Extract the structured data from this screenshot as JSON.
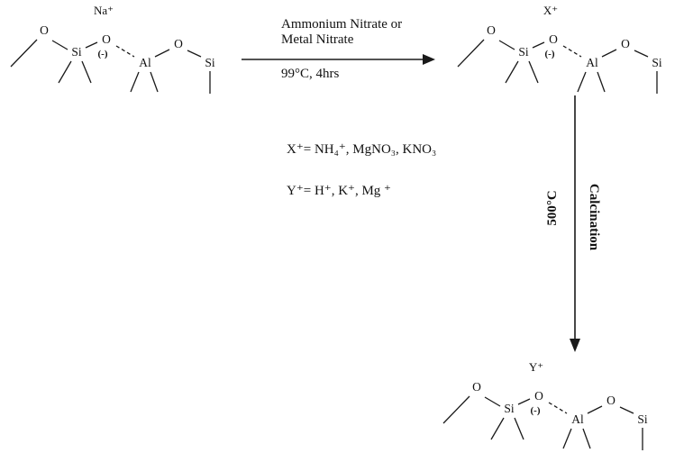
{
  "scheme": {
    "step1": {
      "reagent_line1": "Ammonium Nitrate or",
      "reagent_line2": "Metal Nitrate",
      "conditions": "99°C, 4hrs"
    },
    "step2": {
      "temperature": "500°C",
      "process": "Calcination"
    },
    "legend": {
      "x_definition": "X⁺= NH₄⁺, MgNO₃, KNO₃",
      "y_definition": "Y⁺= H⁺, K⁺, Mg ⁺"
    },
    "structures": [
      {
        "id": "sodium-form",
        "cation": "Na⁺",
        "charge": "(-)",
        "atoms": {
          "o1": "O",
          "si1": "Si",
          "o2": "O",
          "al": "Al",
          "o3": "O",
          "si2": "Si"
        }
      },
      {
        "id": "exchanged-form",
        "cation": "X⁺",
        "charge": "(-)",
        "atoms": {
          "o1": "O",
          "si1": "Si",
          "o2": "O",
          "al": "Al",
          "o3": "O",
          "si2": "Si"
        }
      },
      {
        "id": "calcined-form",
        "cation": "Y⁺",
        "charge": "(-)",
        "atoms": {
          "o1": "O",
          "si1": "Si",
          "o2": "O",
          "al": "Al",
          "o3": "O",
          "si2": "Si"
        }
      }
    ]
  }
}
